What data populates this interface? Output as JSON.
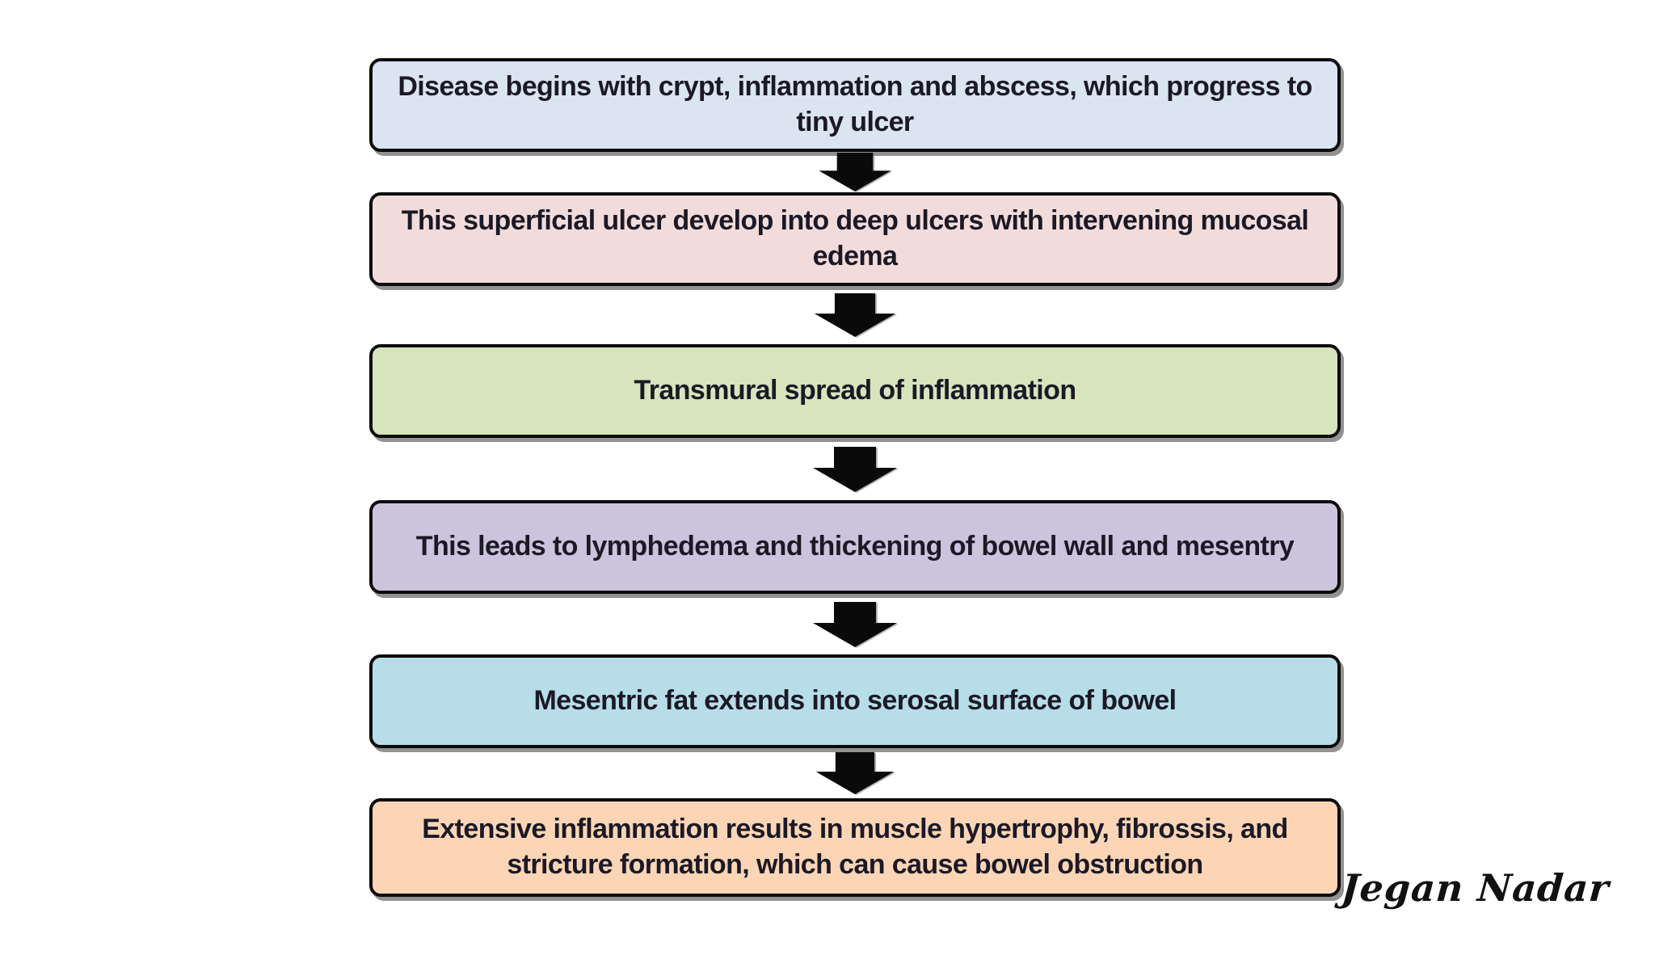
{
  "diagram": {
    "type": "flowchart",
    "direction": "top-to-bottom",
    "boxes": [
      {
        "step": 1,
        "text": "Disease begins with crypt, inflammation and abscess, which progress to tiny ulcer",
        "bg": "#dbe5f1"
      },
      {
        "step": 2,
        "text": "This superficial ulcer develop into deep ulcers with intervening mucosal edema",
        "bg": "#f2dcdb"
      },
      {
        "step": 3,
        "text": "Transmural spread of inflammation",
        "bg": "#d7e4bc"
      },
      {
        "step": 4,
        "text": "This leads to lymphedema and thickening of bowel wall and mesentry",
        "bg": "#ccc4dc"
      },
      {
        "step": 5,
        "text": "Mesentric fat extends into serosal surface of bowel",
        "bg": "#b7dee8"
      },
      {
        "step": 6,
        "text": "Extensive inflammation results in muscle hypertrophy, fibrossis, and stricture formation, which can cause bowel obstruction",
        "bg": "#fbd5b5"
      }
    ],
    "connector": {
      "shape": "block-down-arrow",
      "color": "#0a0a0a"
    },
    "border_color": "#0b0b0b",
    "signature": "Jegan Nadar"
  }
}
